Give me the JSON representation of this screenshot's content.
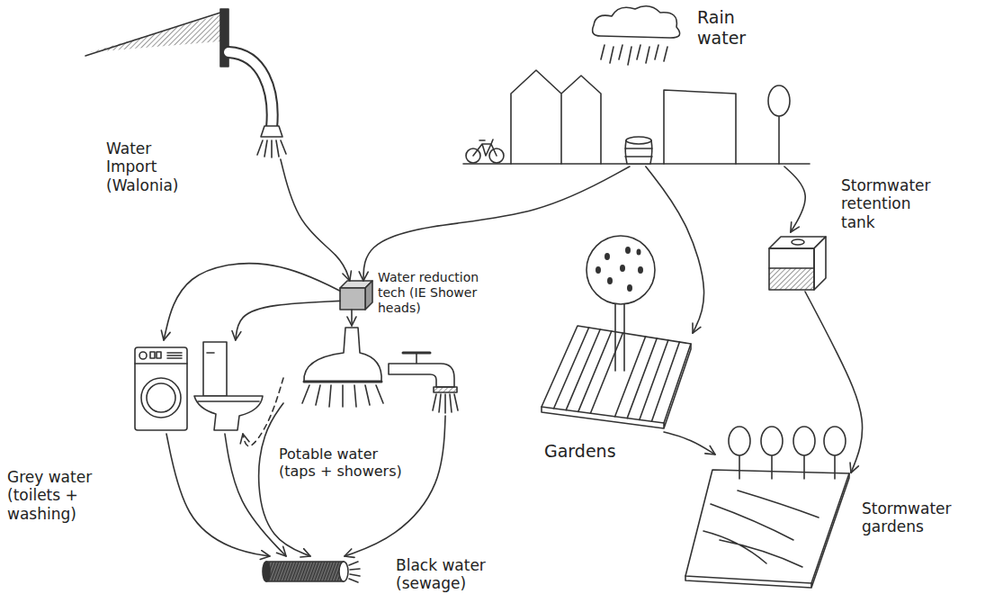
{
  "diagram": {
    "nodes": [
      {
        "text": [
          "Rain water"
        ]
      },
      {
        "text": [
          "Water Import (Walonia)"
        ]
      },
      {
        "text": [
          "Stormwater retention tank"
        ]
      },
      {
        "text": [
          "Water reduction tech (IE Shower heads)"
        ]
      },
      {
        "text": [
          "Gardens"
        ]
      },
      {
        "text": [
          "Grey water (toilets + washing)"
        ]
      },
      {
        "text": [
          "Potable water (taps + showers)"
        ]
      },
      {
        "text": [
          "Stormwater gardens"
        ]
      },
      {
        "text": [
          "Black water (sewage)"
        ]
      }
    ],
    "edges": [
      {
        "from": 1,
        "to": 3,
        "arrow": "to"
      },
      {
        "from": 0,
        "to": 3,
        "arrow": "to"
      },
      {
        "from": 0,
        "to": 4,
        "arrow": "to"
      },
      {
        "from": 0,
        "to": 2,
        "arrow": "to"
      },
      {
        "from": 3,
        "to": 5,
        "arrow": "to"
      },
      {
        "from": 3,
        "to": 5,
        "arrow": "to"
      },
      {
        "from": 3,
        "to": 6,
        "arrow": "to"
      },
      {
        "from": 6,
        "to": 5,
        "arrow": "to"
      },
      {
        "from": 2,
        "to": 7,
        "arrow": "to"
      },
      {
        "from": 4,
        "to": 7,
        "arrow": "to"
      },
      {
        "from": 5,
        "to": 8,
        "arrow": "to"
      },
      {
        "from": 5,
        "to": 8,
        "arrow": "to"
      },
      {
        "from": 6,
        "to": 8,
        "arrow": "to"
      },
      {
        "from": 6,
        "to": 8,
        "arrow": "to"
      }
    ]
  }
}
